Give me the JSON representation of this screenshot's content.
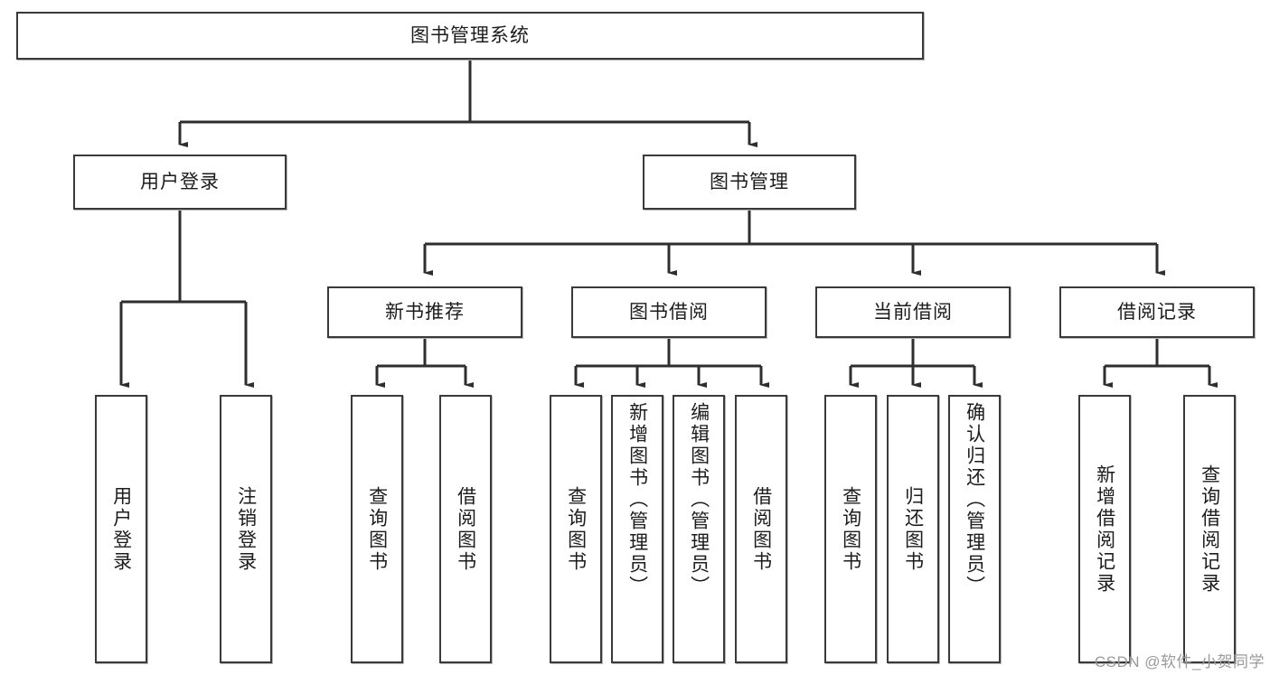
{
  "diagram": {
    "title": "图书管理系统",
    "type": "tree-hierarchy-chart",
    "root": {
      "label": "图书管理系统"
    },
    "level2": [
      {
        "label": "用户登录"
      },
      {
        "label": "图书管理"
      }
    ],
    "level3": [
      {
        "label": "新书推荐"
      },
      {
        "label": "图书借阅"
      },
      {
        "label": "当前借阅"
      },
      {
        "label": "借阅记录"
      }
    ],
    "leaves": {
      "user_login": [
        {
          "label": "用户登录"
        },
        {
          "label": "注销登录"
        }
      ],
      "new_book_recommend": [
        {
          "label": "查询图书"
        },
        {
          "label": "借阅图书"
        }
      ],
      "book_borrow": [
        {
          "label": "查询图书"
        },
        {
          "label": "新增图书（管理员）"
        },
        {
          "label": "编辑图书（管理员）"
        },
        {
          "label": "借阅图书"
        }
      ],
      "current_borrow": [
        {
          "label": "查询图书"
        },
        {
          "label": "归还图书"
        },
        {
          "label": "确认归还（管理员）"
        }
      ],
      "borrow_record": [
        {
          "label": "新增借阅记录"
        },
        {
          "label": "查询借阅记录"
        }
      ]
    }
  },
  "watermark": {
    "text": "CSDN @软件_小贺同学"
  },
  "colors": {
    "box_border": "#3a3a3a",
    "box_fill": "#ffffff",
    "line": "#2e2e2e",
    "text": "#1c1c1c",
    "watermark": "#9a9a9a",
    "background": "#ffffff"
  }
}
